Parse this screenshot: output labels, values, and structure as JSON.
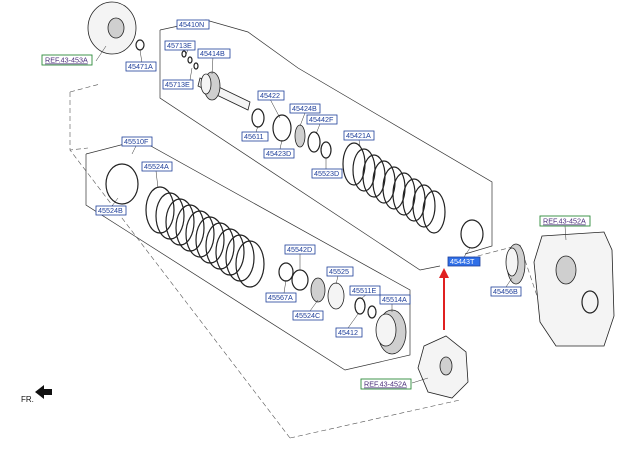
{
  "diagram": {
    "part_labels": [
      "45410N",
      "45713E",
      "45414B",
      "45471A",
      "45713E",
      "45422",
      "45424B",
      "45442F",
      "45611",
      "45423D",
      "45421A",
      "45523D",
      "45510F",
      "45524A",
      "45524B",
      "45542D",
      "45525",
      "45567A",
      "45511E",
      "45514A",
      "45524C",
      "45412",
      "45443T",
      "45456B"
    ],
    "highlighted_label": "45443T",
    "reference_labels": [
      "REF.43-453A",
      "REF.43-452A",
      "REF.43-452A"
    ],
    "direction_label": "FR.",
    "colors": {
      "label_text": "#1f3f9a",
      "highlight_fill": "#2f6fe8",
      "reference_border": "#2e8b3a",
      "arrow": "#e02020"
    }
  }
}
